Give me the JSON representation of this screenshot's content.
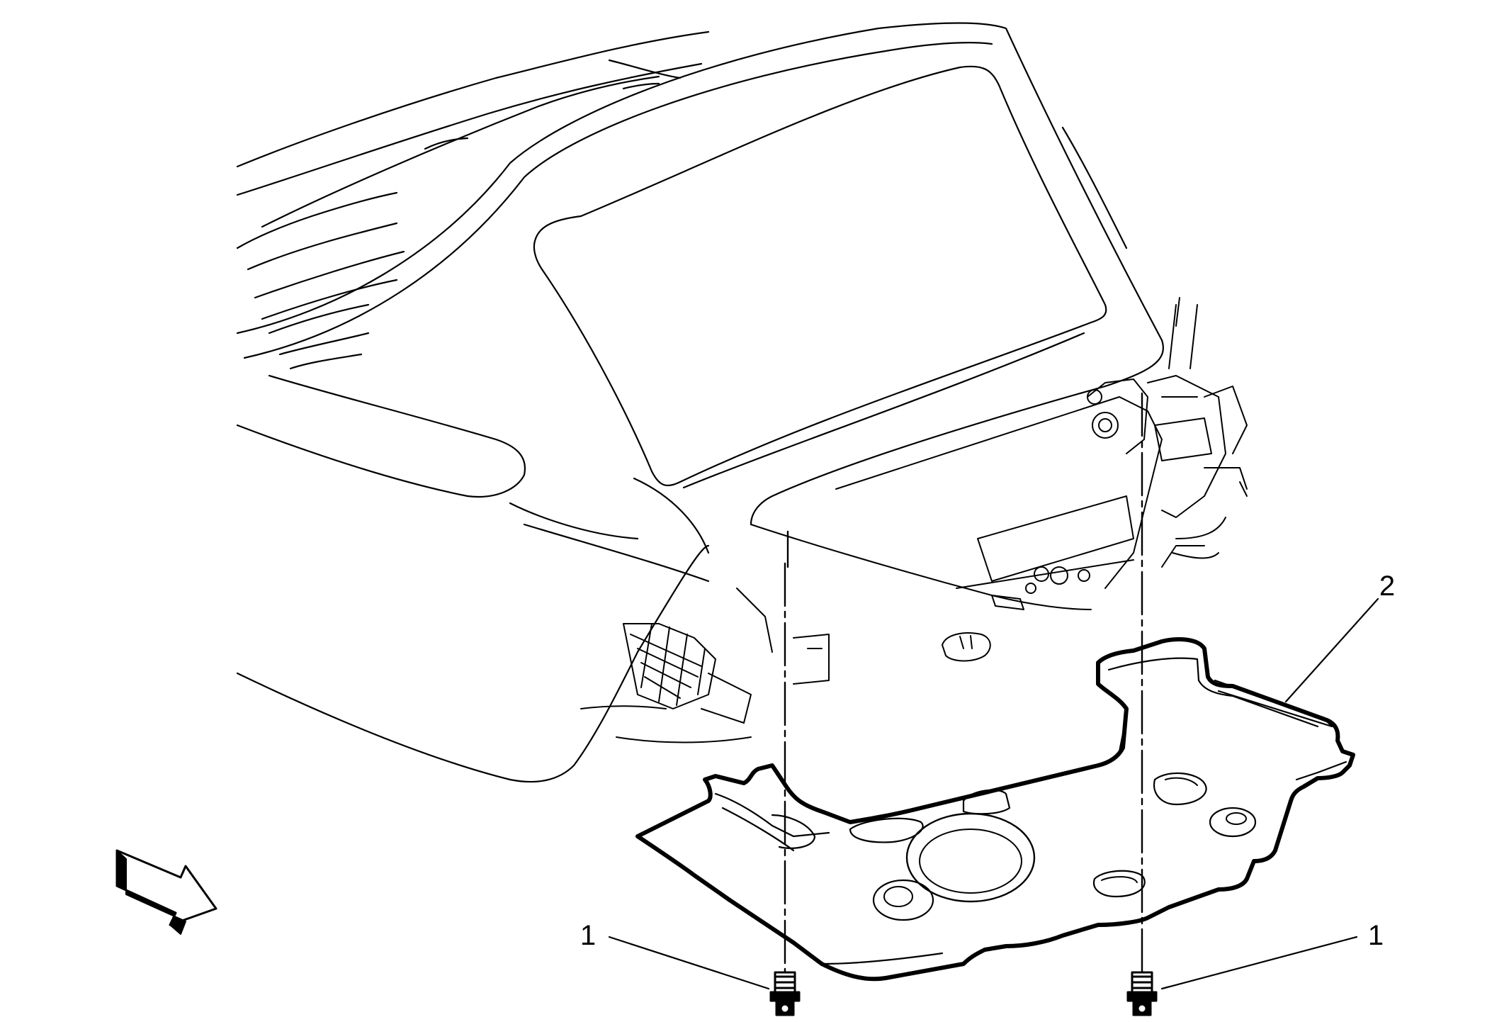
{
  "callouts": [
    {
      "id": "fastener-left",
      "label": "1"
    },
    {
      "id": "fastener-right",
      "label": "1"
    },
    {
      "id": "panel",
      "label": "2"
    }
  ],
  "colors": {
    "line": "#000000",
    "background": "#ffffff"
  }
}
